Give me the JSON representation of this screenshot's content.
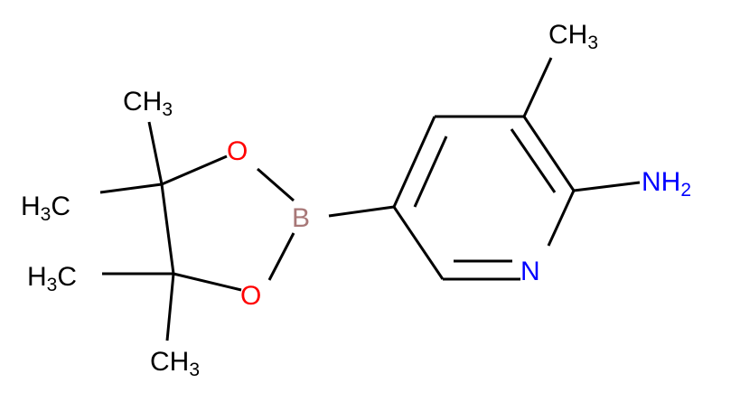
{
  "colors": {
    "bond": "#000000",
    "carbon_label": "#000000",
    "nitrogen": "#0000FF",
    "oxygen": "#FF0000",
    "boron": "#A87878"
  },
  "labels": {
    "ch3_top": {
      "main": "CH",
      "sub": "3"
    },
    "nh2": {
      "main": "NH",
      "sub": "2"
    },
    "n_ring": {
      "main": "N"
    },
    "boron": {
      "main": "B"
    },
    "o_top": {
      "main": "O"
    },
    "o_bottom": {
      "main": "O"
    },
    "ch3_upper_left": {
      "main": "CH",
      "sub": "3"
    },
    "h3c_upper": {
      "main": "H",
      "sub": "3",
      "tail": "C"
    },
    "h3c_lower": {
      "main": "H",
      "sub": "3",
      "tail": "C"
    },
    "ch3_lower_left": {
      "main": "CH",
      "sub": "3"
    }
  }
}
